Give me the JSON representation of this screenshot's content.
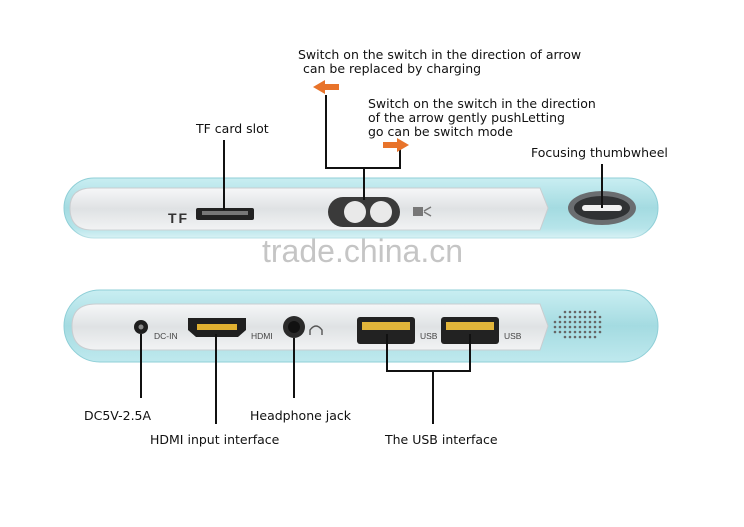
{
  "top_device": {
    "labels": {
      "switch_left": [
        "Switch on the switch in the direction of arrow",
        "can be replaced by charging"
      ],
      "switch_right": [
        "Switch on the switch in the direction",
        "of the arrow gently pushLetting",
        "go can be switch mode"
      ],
      "tf_card_slot": "TF card slot",
      "focusing_thumbwheel": "Focusing thumbwheel"
    },
    "printed_marks": {
      "tf": "TF"
    }
  },
  "watermark": "trade.china.cn",
  "bottom_device": {
    "printed_marks": {
      "dc_in": "DC-IN",
      "hdmi": "HDMI",
      "usb_1": "USB",
      "usb_2": "USB"
    },
    "labels": {
      "dc": "DC5V-2.5A",
      "hdmi": "HDMI input interface",
      "headphone": "Headphone jack",
      "usb": "The USB interface"
    }
  },
  "colors": {
    "body_teal": "#a8dce2",
    "face_grey": "#e4e6e8",
    "arrow_orange": "#e8732a",
    "line": "#111111"
  }
}
